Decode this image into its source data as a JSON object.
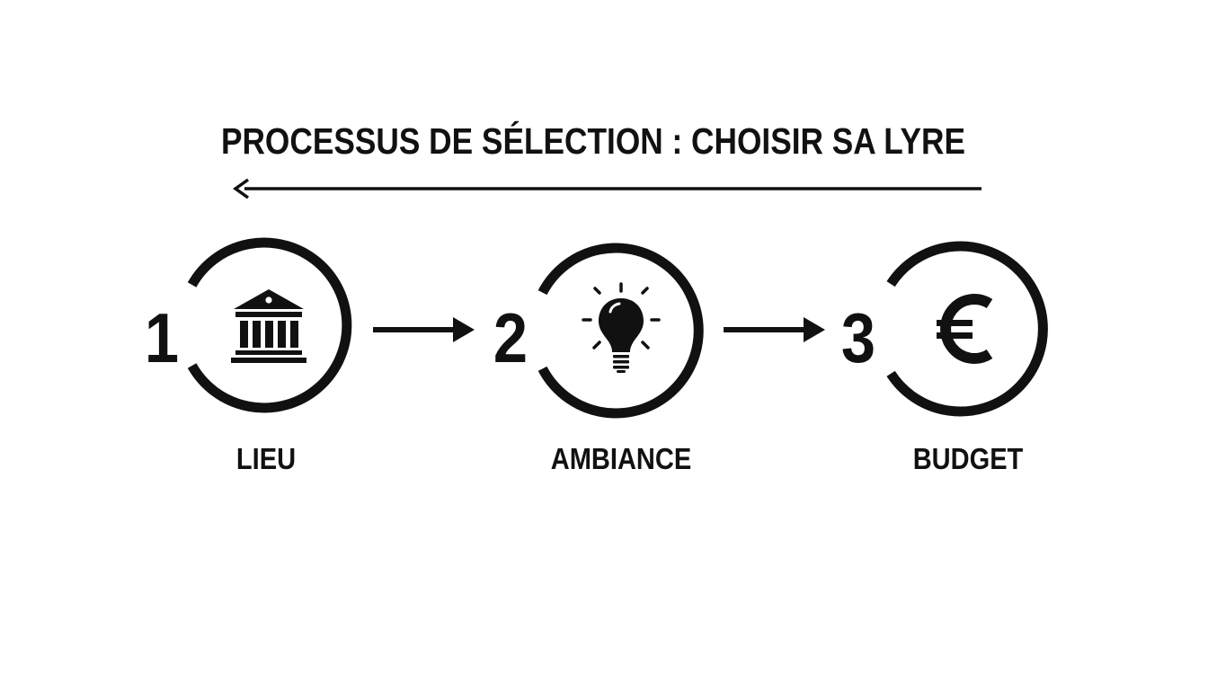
{
  "title": "PROCESSUS DE SÉLECTION : CHOISIR SA LYRE",
  "steps": [
    {
      "number": "1",
      "label": "LIEU",
      "icon": "museum-building-icon"
    },
    {
      "number": "2",
      "label": "AMBIANCE",
      "icon": "lightbulb-icon"
    },
    {
      "number": "3",
      "label": "BUDGET",
      "icon": "euro-icon"
    }
  ],
  "colors": {
    "ink": "#111111",
    "background": "#ffffff"
  }
}
